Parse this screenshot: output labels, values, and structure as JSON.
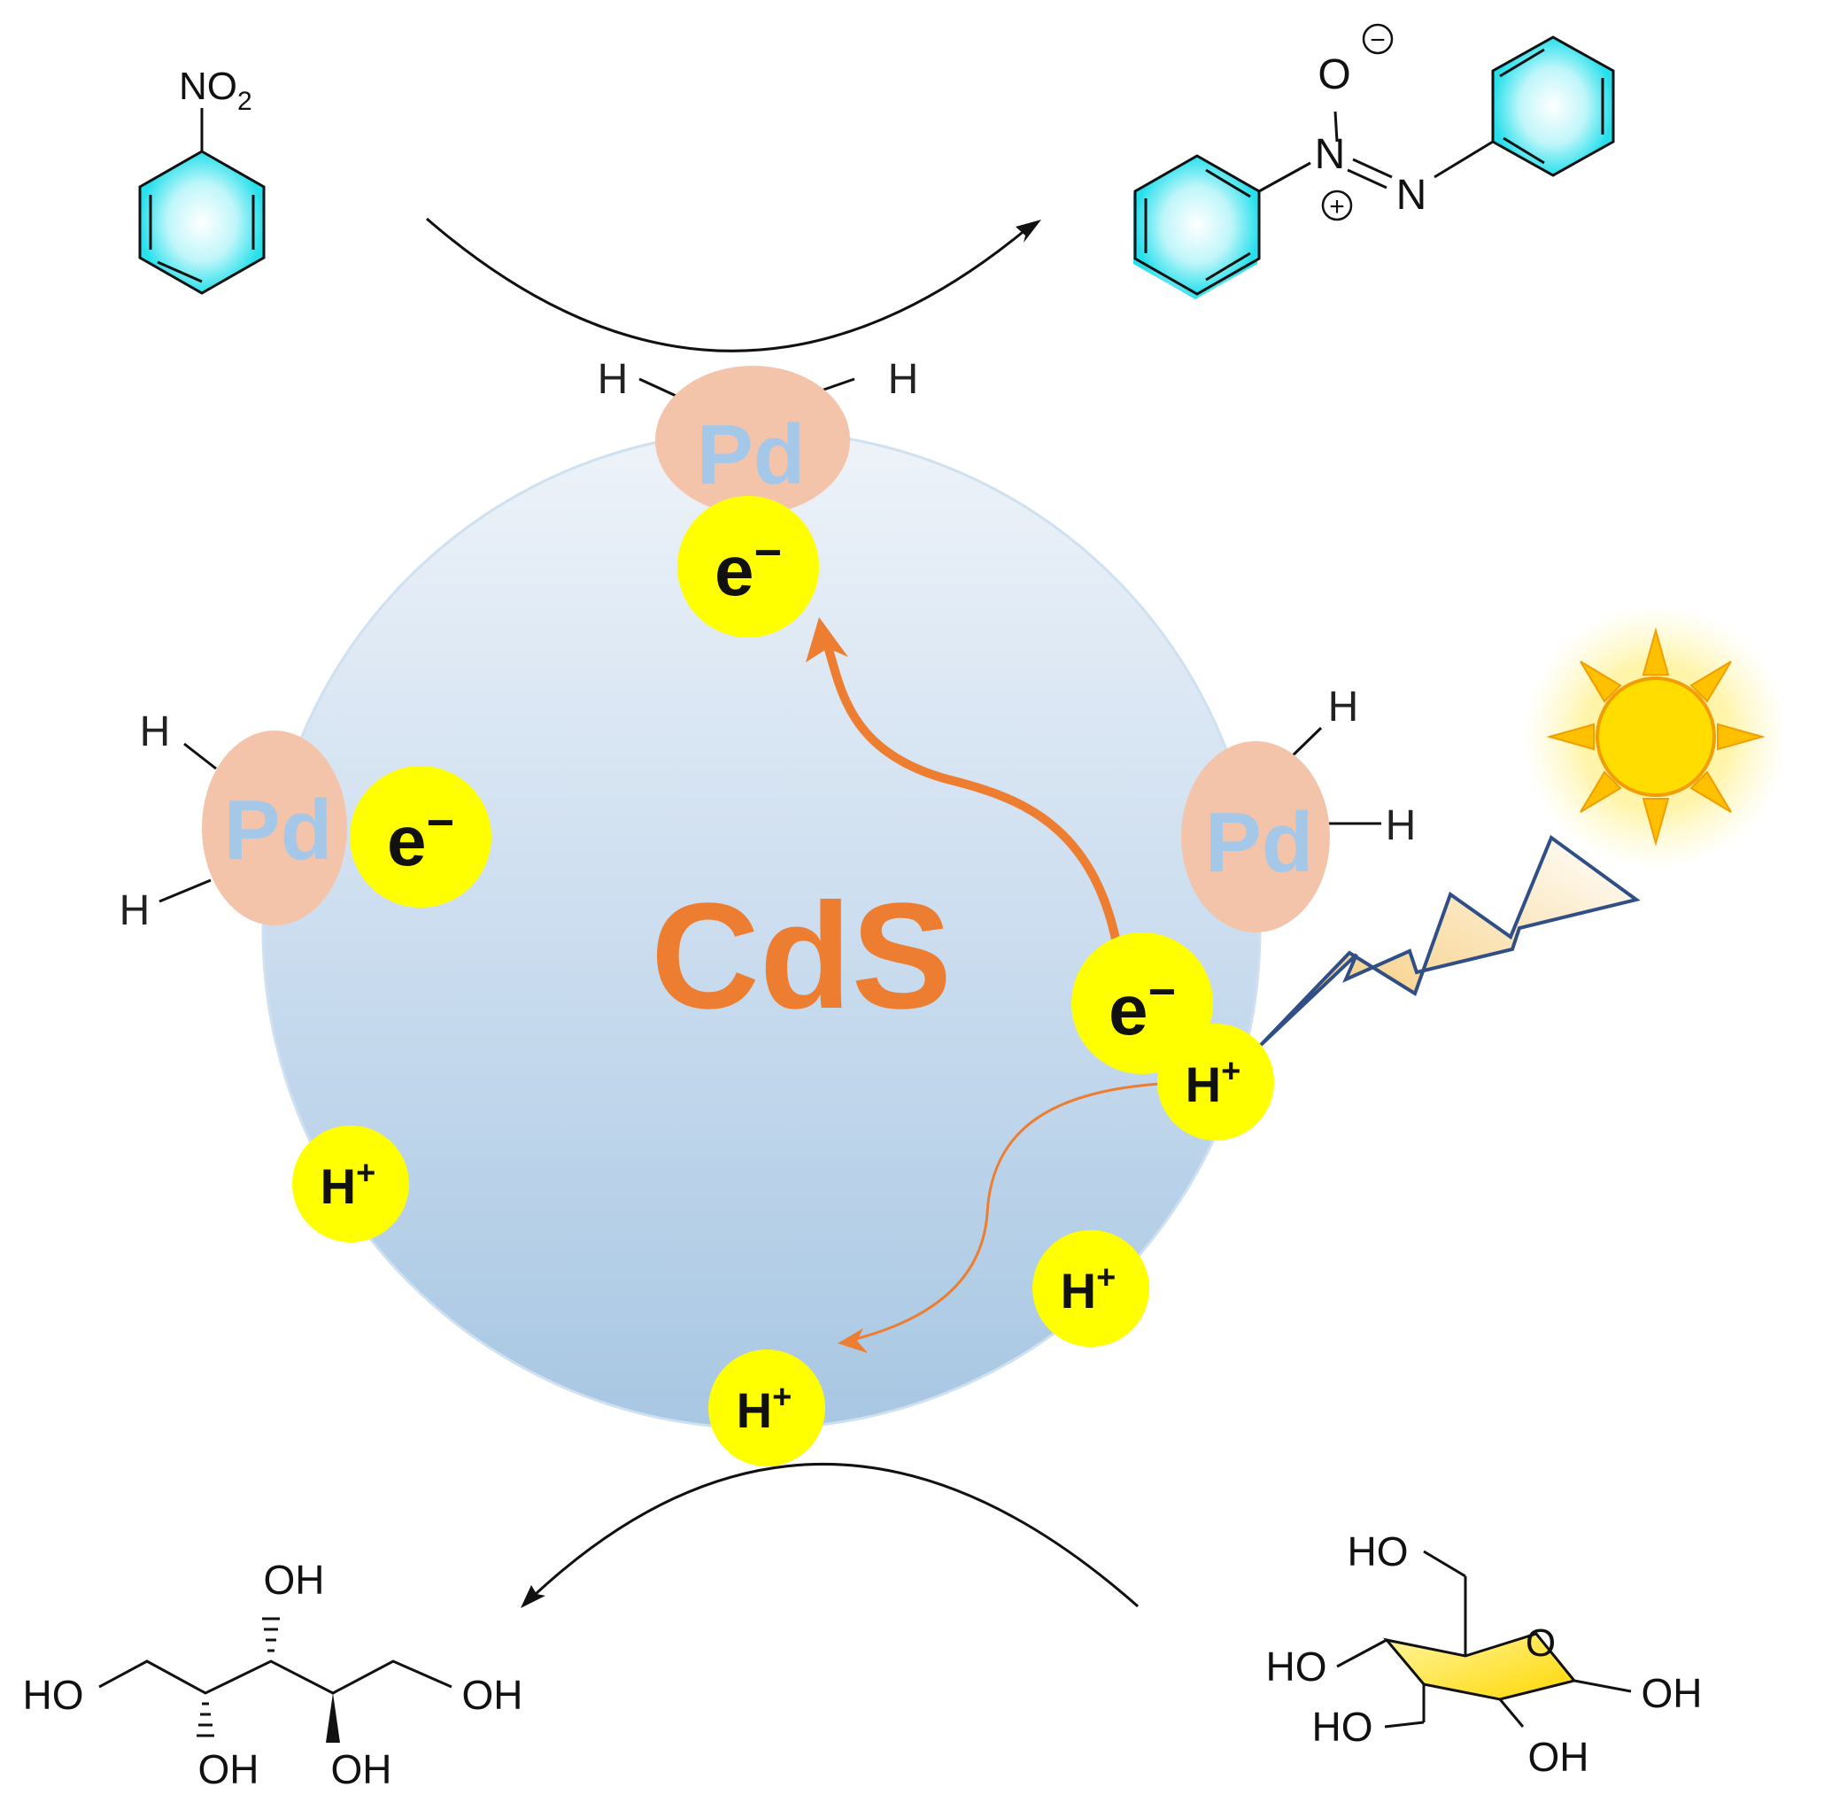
{
  "particle": {
    "label": "CdS"
  },
  "cocatalyst": {
    "label": "Pd"
  },
  "hydrogen": {
    "label": "H"
  },
  "electron": {
    "label": "e",
    "charge": "−"
  },
  "proton": {
    "label": "H",
    "charge": "+"
  },
  "reactant_top": {
    "substituent": "NO",
    "subscript": "2"
  },
  "product_top": {
    "oxygen": "O",
    "n1": "N",
    "n2": "N",
    "plus": "+",
    "minus": "−"
  },
  "reactant_bottom": {
    "oh": "OH",
    "ho": "HO"
  },
  "product_bottom": {
    "oh": "OH",
    "ho": "HO"
  },
  "colors": {
    "particle_top": "#eaf1f8",
    "particle_bottom": "#a4c4e2",
    "pd_fill": "#f4c4aa",
    "pd_text": "#a6c8e8",
    "carrier_fill": "#ffff00",
    "cds_text": "#ed7d31",
    "ring_fill": "#27e0ec",
    "sun_fill": "#ffdd00",
    "sun_ray": "#ffc000"
  }
}
